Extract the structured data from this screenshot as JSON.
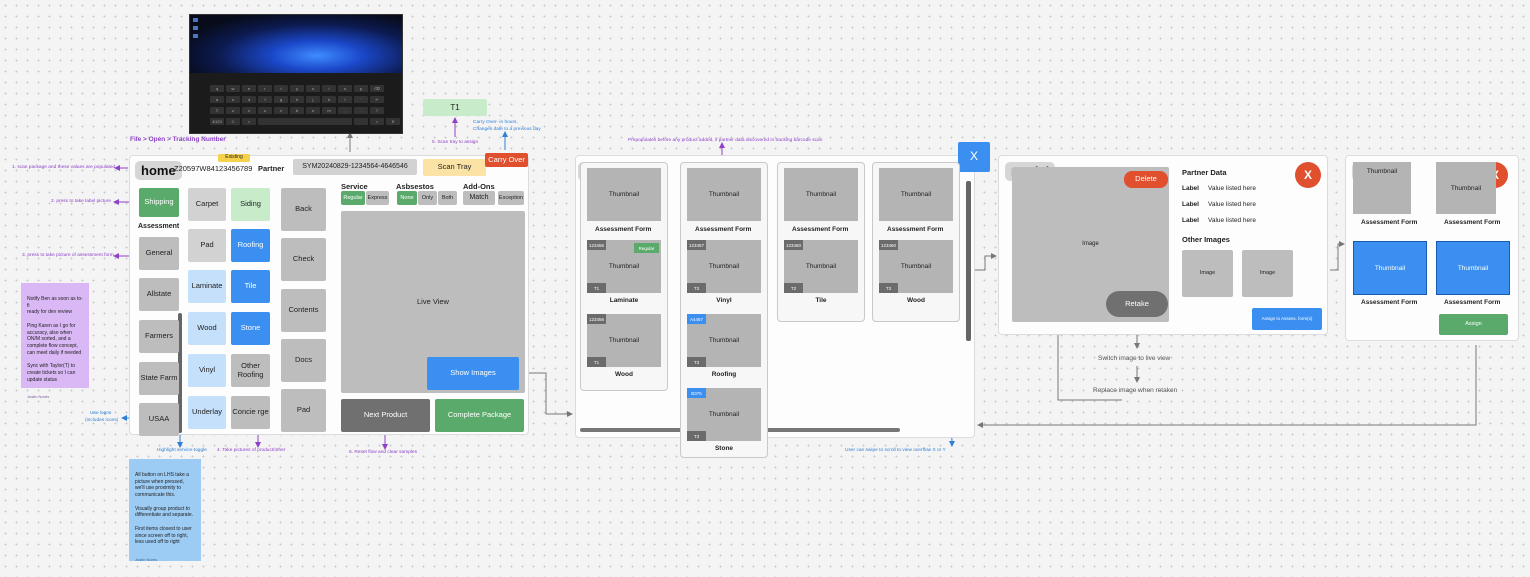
{
  "annotations": {
    "file_open": "File > Open > Tracking Number",
    "scan_populated": "1. scan package and these values are populated",
    "press_label": "2. press  to take label picture",
    "press_assessment": "3. press to take picture of assessment form",
    "take_pictures": "4. Take pictures of product/other",
    "scan_tray": "5. Scan tray to assign",
    "reset_flow": "6. Reset flow and clear samples",
    "carry_over_note_1": "Carry Over- in hours.",
    "carry_over_note_2": "Changes date to a previous day",
    "prepopulates": "Prepopulates before any product added, if partner data discovered in tracking barcode scan",
    "use_logos_1": "Use logos",
    "use_logos_2": "(includes icons)",
    "highlight_toggle": "Highlight service-toggle",
    "swipe_note": "User can swipe to scroll to view overflow X or Y",
    "image_note": "image",
    "switch_live": "Switch image to live view",
    "replace_retaken": "Replace image when retaken"
  },
  "stickies": {
    "purple_text": "Notify Ben as soon as to-fi\nready for dev review\n\nPing Karen as I go for\naccuracy, also when\nON/M sorted, and a\ncomplete flow concept,\ncan meet daily if needed\n\nSync with Taylor(T) to\ncreate tickets so I can\nupdate status",
    "purple_author": "Justin Norris",
    "blue_text": "All button on LHS take a\npicture when pressed,\nwe'll use proximity to\ncommunicate this.\n\nVisually group product to\ndifferentiate and separate.\n\nFirst items closest to user\nsince screen off to right,\nless used off to right",
    "blue_author": "Justin Norris"
  },
  "keyboard": {
    "row1": [
      "q",
      "w",
      "e",
      "r",
      "t",
      "y",
      "u",
      "i",
      "o",
      "p",
      "⌫"
    ],
    "row2": [
      "a",
      "s",
      "d",
      "f",
      "g",
      "h",
      "j",
      "k",
      "l",
      "'",
      "↵"
    ],
    "row3": [
      "⇧",
      "z",
      "x",
      "c",
      "v",
      "b",
      "n",
      "m",
      ",",
      ".",
      "?"
    ],
    "row4": [
      "&123",
      "☺",
      "<",
      "",
      "",
      ">",
      "✕"
    ]
  },
  "t1_label": "T1",
  "home": {
    "title": "home",
    "existing_badge": "Existing",
    "tracking": "Z20597W84123456789",
    "partner_label": "Partner",
    "partner_value": "SYM20240829-1234564-4646546",
    "scan_tray": "Scan Tray",
    "carry_over": "Carry Over",
    "shipping": "Shipping",
    "assessment": "Assessment",
    "assessment_items": [
      "General",
      "Allstate",
      "Farmers",
      "State Farm",
      "USAA"
    ],
    "col2": [
      "Carpet",
      "Pad",
      "Laminate",
      "Wood",
      "Vinyl",
      "Underlay"
    ],
    "col3": [
      "Siding",
      "Roofing",
      "Tile",
      "Stone",
      "Other Roofing",
      "Concie rge"
    ],
    "col4": [
      "Back",
      "Check",
      "Contents",
      "Docs",
      "Pad"
    ],
    "service_label": "Service",
    "service_options": [
      "Regular",
      "Express"
    ],
    "asbestos_label": "Asbsestos",
    "asbestos_options": [
      "None",
      "Only",
      "Both"
    ],
    "addons_label": "Add-Ons",
    "addons_options": [
      "Match",
      "Exception"
    ],
    "live_view": "Live View",
    "show_images": "Show Images",
    "next_product": "Next Product",
    "complete_package": "Complete Package"
  },
  "gallery": {
    "title": "gallery",
    "x": "X",
    "columns": [
      {
        "thumb_top": "Thumbnail",
        "form_label": "Assessment Form",
        "items": [
          {
            "code": "123456",
            "badge": "Regular",
            "thumb": "Thumbnail",
            "tray": "T1",
            "name": "Laminate"
          },
          {
            "code": "123456",
            "thumb": "Thumbnail",
            "tray": "T1",
            "name": "Wood"
          }
        ]
      },
      {
        "thumb_top": "Thumbnail",
        "form_label": "Assessment Form",
        "items": [
          {
            "code": "123457",
            "thumb": "Thumbnail",
            "tray": "T3",
            "name": "Vinyl"
          },
          {
            "code": "A4467",
            "thumb": "Thumbnail",
            "tray": "T3",
            "name": "Roofing"
          },
          {
            "code": "B376",
            "thumb": "Thumbnail",
            "tray": "T3",
            "name": "Stone"
          }
        ]
      },
      {
        "thumb_top": "Thumbnail",
        "form_label": "Assessment Form",
        "items": [
          {
            "code": "123460",
            "thumb": "Thumbnail",
            "tray": "T2",
            "name": "Tile"
          }
        ]
      },
      {
        "thumb_top": "Thumbnail",
        "form_label": "Assessment Form",
        "items": [
          {
            "code": "123460",
            "thumb": "Thumbnail",
            "tray": "T3",
            "name": "Wood"
          }
        ]
      }
    ]
  },
  "modal": {
    "title": "modal",
    "image": "Image",
    "delete": "Delete",
    "retake": "Retake",
    "partner_data": "Partner Data",
    "rows": [
      {
        "label": "Label",
        "value": "Value listed here"
      },
      {
        "label": "Label",
        "value": "Value listed here"
      },
      {
        "label": "Label",
        "value": "Value listed here"
      }
    ],
    "other_images": "Other Images",
    "other_image_labels": [
      "Image",
      "Image"
    ],
    "assign_button": "Assign to Assess. form(s)",
    "x": "X"
  },
  "screen": {
    "title": "screen",
    "x": "X",
    "thumbs": [
      "Thumbnail",
      "Thumbnail",
      "Thumbnail",
      "Thumbnail"
    ],
    "form_labels": [
      "Assessment Form",
      "Assessment Form",
      "Assessment Form",
      "Assessment Form"
    ],
    "assign": "Assign"
  },
  "colors": {
    "green": "#5aab6b",
    "blue": "#3b8ff0",
    "red": "#e0502e",
    "purple": "#8e42c9",
    "annotation_blue": "#2f7fd6"
  }
}
